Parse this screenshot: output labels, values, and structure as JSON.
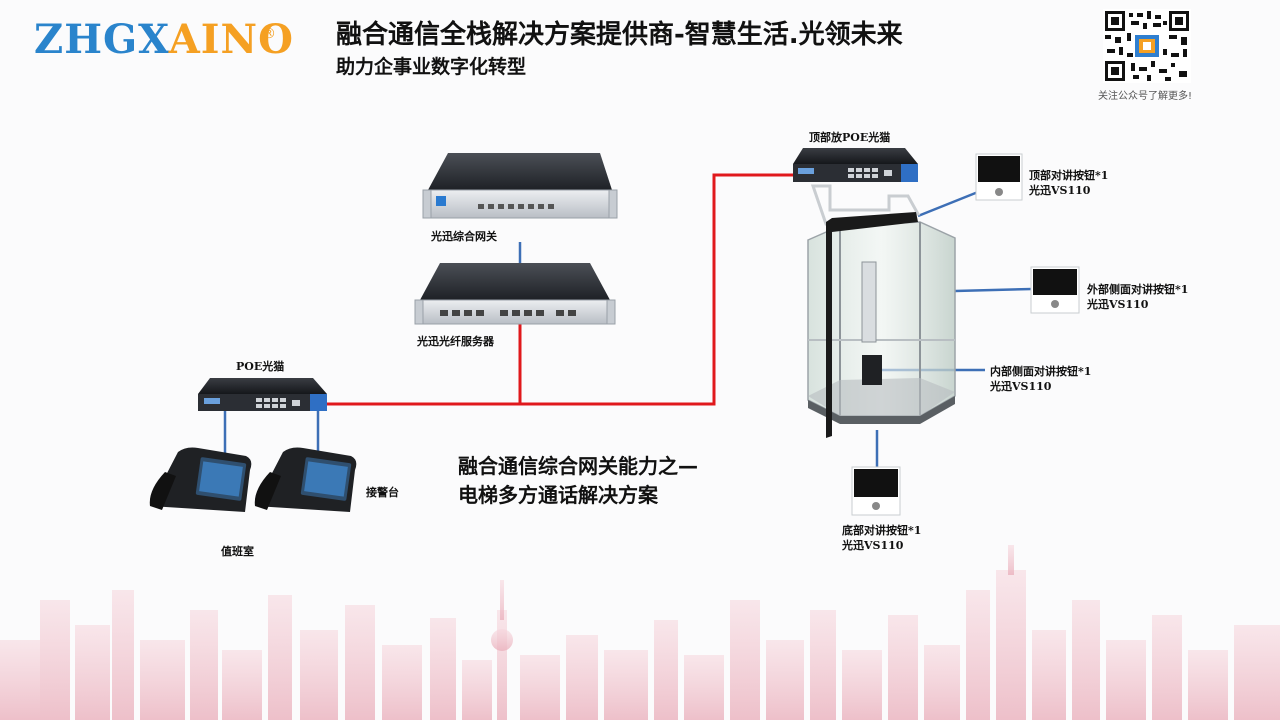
{
  "brand": {
    "logo_text_a": "ZHGX",
    "logo_text_b": "AINO",
    "registered_mark": "®"
  },
  "header": {
    "title": "融合通信全栈解决方案提供商-智慧生活.光领未来",
    "subtitle": "助力企事业数字化转型",
    "qr_caption": "关注公众号了解更多!"
  },
  "devices": {
    "gateway": "光迅综合网关",
    "fiber_server": "光迅光纤服务器",
    "poe_modem": "POE光猫",
    "top_poe_modem": "顶部放POE光猫",
    "duty_room": "值班室",
    "alarm_desk": "接警台"
  },
  "intercoms": {
    "top": {
      "name": "顶部对讲按钮*1",
      "model": "光迅VS110"
    },
    "outer_side": {
      "name": "外部侧面对讲按钮*1",
      "model": "光迅VS110"
    },
    "inner_side": {
      "name": "内部侧面对讲按钮*1",
      "model": "光迅VS110"
    },
    "bottom": {
      "name": "底部对讲按钮*1",
      "model": "光迅VS110"
    }
  },
  "caption": {
    "line1": "融合通信综合网关能力之—",
    "line2": "电梯多方通话解决方案"
  },
  "colors": {
    "fiber_line": "#e0181c",
    "network_line": "#3d6fb6",
    "logo_blue": "#2a84cc",
    "logo_orange": "#f5a023",
    "skyline": "#f3c7cf"
  }
}
